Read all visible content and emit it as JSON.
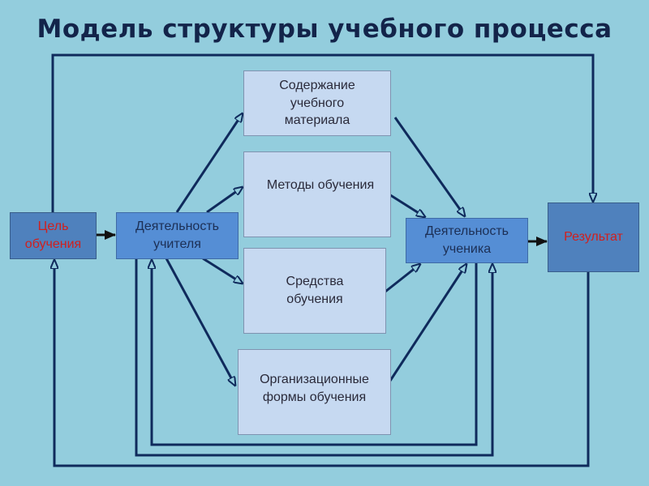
{
  "title": "Модель структуры учебного процесса",
  "boxes": {
    "goal": "Цель обучения",
    "teacher": "Деятельность учителя",
    "content": "Содержание учебного материала",
    "methods": "Методы обучения",
    "means": "Средства обучения",
    "forms": "Организационные формы обучения",
    "student": "Деятельность ученика",
    "result": "Результат"
  },
  "colors": {
    "background": "#93cddd",
    "arrow": "#0f2a5c",
    "text_accent": "#d0201e"
  }
}
